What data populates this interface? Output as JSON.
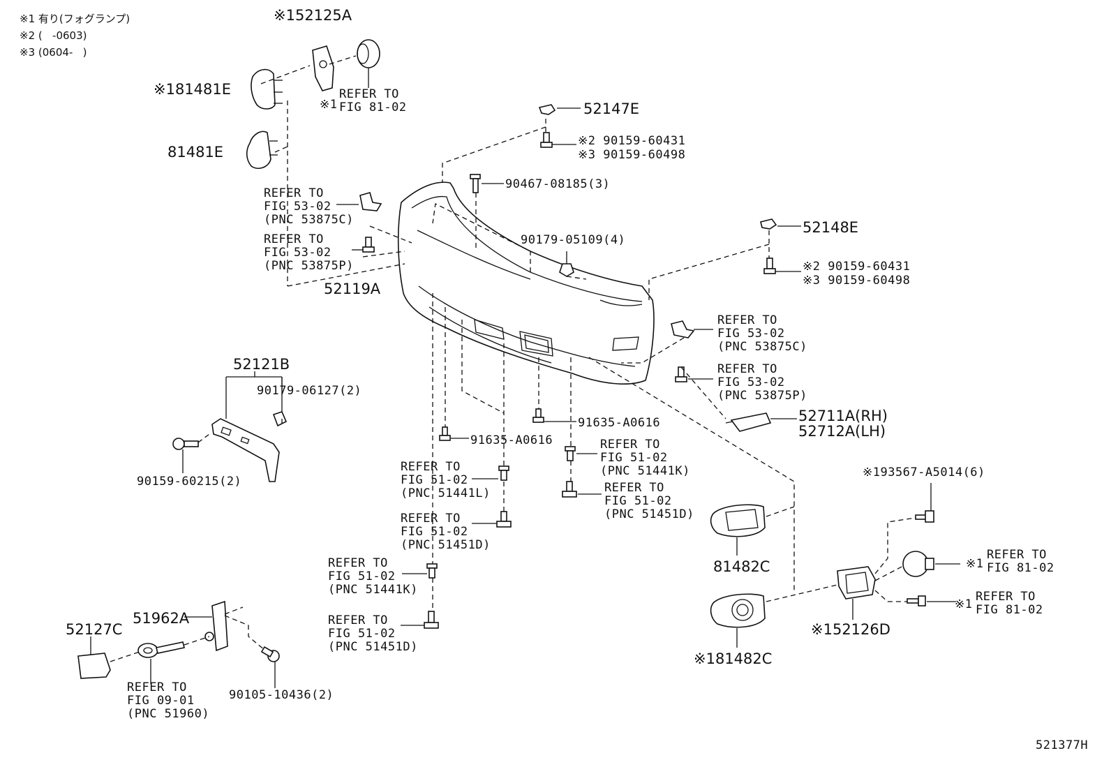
{
  "notes": [
    "※1 有り(フォグランプ)",
    "※2 (   -0603)",
    "※3 (0604-   )"
  ],
  "labels": {
    "p52125A": "※152125A",
    "p81481E_s": "※181481E",
    "p81481E": "81481E",
    "p52147E": "52147E",
    "p90159a": "※2 90159-60431",
    "p90159b": "※3 90159-60498",
    "p90467": "90467-08185(3)",
    "p90179_05109": "90179-05109(4)",
    "p52148E": "52148E",
    "p90159c": "※2 90159-60431",
    "p90159d": "※3 90159-60498",
    "p52119A": "52119A",
    "p52121B": "52121B",
    "p90179_06127": "90179-06127(2)",
    "p90159_60215": "90159-60215(2)",
    "p91635_a": "91635-A0616",
    "p91635_b": "91635-A0616",
    "p52711A": "52711A(RH)",
    "p52712A": "52712A(LH)",
    "p93567": "※193567-A5014(6)",
    "p81482C": "81482C",
    "p81482C_s": "※181482C",
    "p52126D": "※152126D",
    "p52127C": "52127C",
    "p51962A": "51962A",
    "p90105": "90105-10436(2)",
    "figure_id": "521377H",
    "star1a": "※1",
    "star1b": "※1",
    "star1c": "※1"
  },
  "refs": {
    "r81_top": [
      "REFER TO",
      "FIG 81-02"
    ],
    "r53_c_left": [
      "REFER TO",
      "FIG 53-02",
      "(PNC 53875C)"
    ],
    "r53_p_left": [
      "REFER TO",
      "FIG 53-02",
      "(PNC 53875P)"
    ],
    "r53_c_right": [
      "REFER TO",
      "FIG 53-02",
      "(PNC 53875C)"
    ],
    "r53_p_right": [
      "REFER TO",
      "FIG 53-02",
      "(PNC 53875P)"
    ],
    "r51_441K_r": [
      "REFER TO",
      "FIG 51-02",
      "(PNC 51441K)"
    ],
    "r51_451D_r": [
      "REFER TO",
      "FIG 51-02",
      "(PNC 51451D)"
    ],
    "r51_441L": [
      "REFER TO",
      "FIG 51-02",
      "(PNC 51441L)"
    ],
    "r51_451D_m": [
      "REFER TO",
      "FIG 51-02",
      "(PNC 51451D)"
    ],
    "r51_441K_l": [
      "REFER TO",
      "FIG 51-02",
      "(PNC 51441K)"
    ],
    "r51_451D_l": [
      "REFER TO",
      "FIG 51-02",
      "(PNC 51451D)"
    ],
    "r81_fog": [
      "REFER TO",
      "FIG 81-02"
    ],
    "r81_screw": [
      "REFER TO",
      "FIG 81-02"
    ],
    "r09": [
      "REFER TO",
      "FIG 09-01",
      "(PNC 51960)"
    ]
  }
}
